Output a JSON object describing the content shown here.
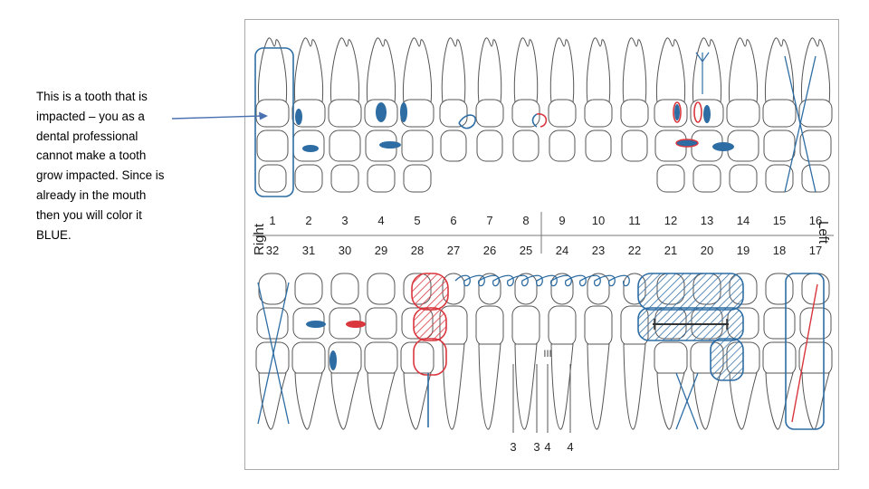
{
  "note": {
    "lines": [
      "This is a tooth that is",
      "impacted – you as a",
      "dental professional",
      "cannot make a tooth",
      "grow impacted. Since is",
      "already in the mouth",
      "then you will color it",
      "BLUE."
    ]
  },
  "chart": {
    "side_right": "Right",
    "side_left": "Left",
    "upper_numbers": [
      "1",
      "2",
      "3",
      "4",
      "5",
      "6",
      "7",
      "8",
      "9",
      "10",
      "11",
      "12",
      "13",
      "14",
      "15",
      "16"
    ],
    "lower_numbers": [
      "32",
      "31",
      "30",
      "29",
      "28",
      "27",
      "26",
      "25",
      "24",
      "23",
      "22",
      "21",
      "20",
      "19",
      "18",
      "17"
    ],
    "bottom_marks": [
      "3",
      "3",
      "4",
      "4"
    ],
    "roman_mark": "III"
  },
  "colors": {
    "blue": "#2e6da4",
    "red": "#d9363e",
    "outline": "#555555",
    "arrow": "#4a72b0"
  }
}
